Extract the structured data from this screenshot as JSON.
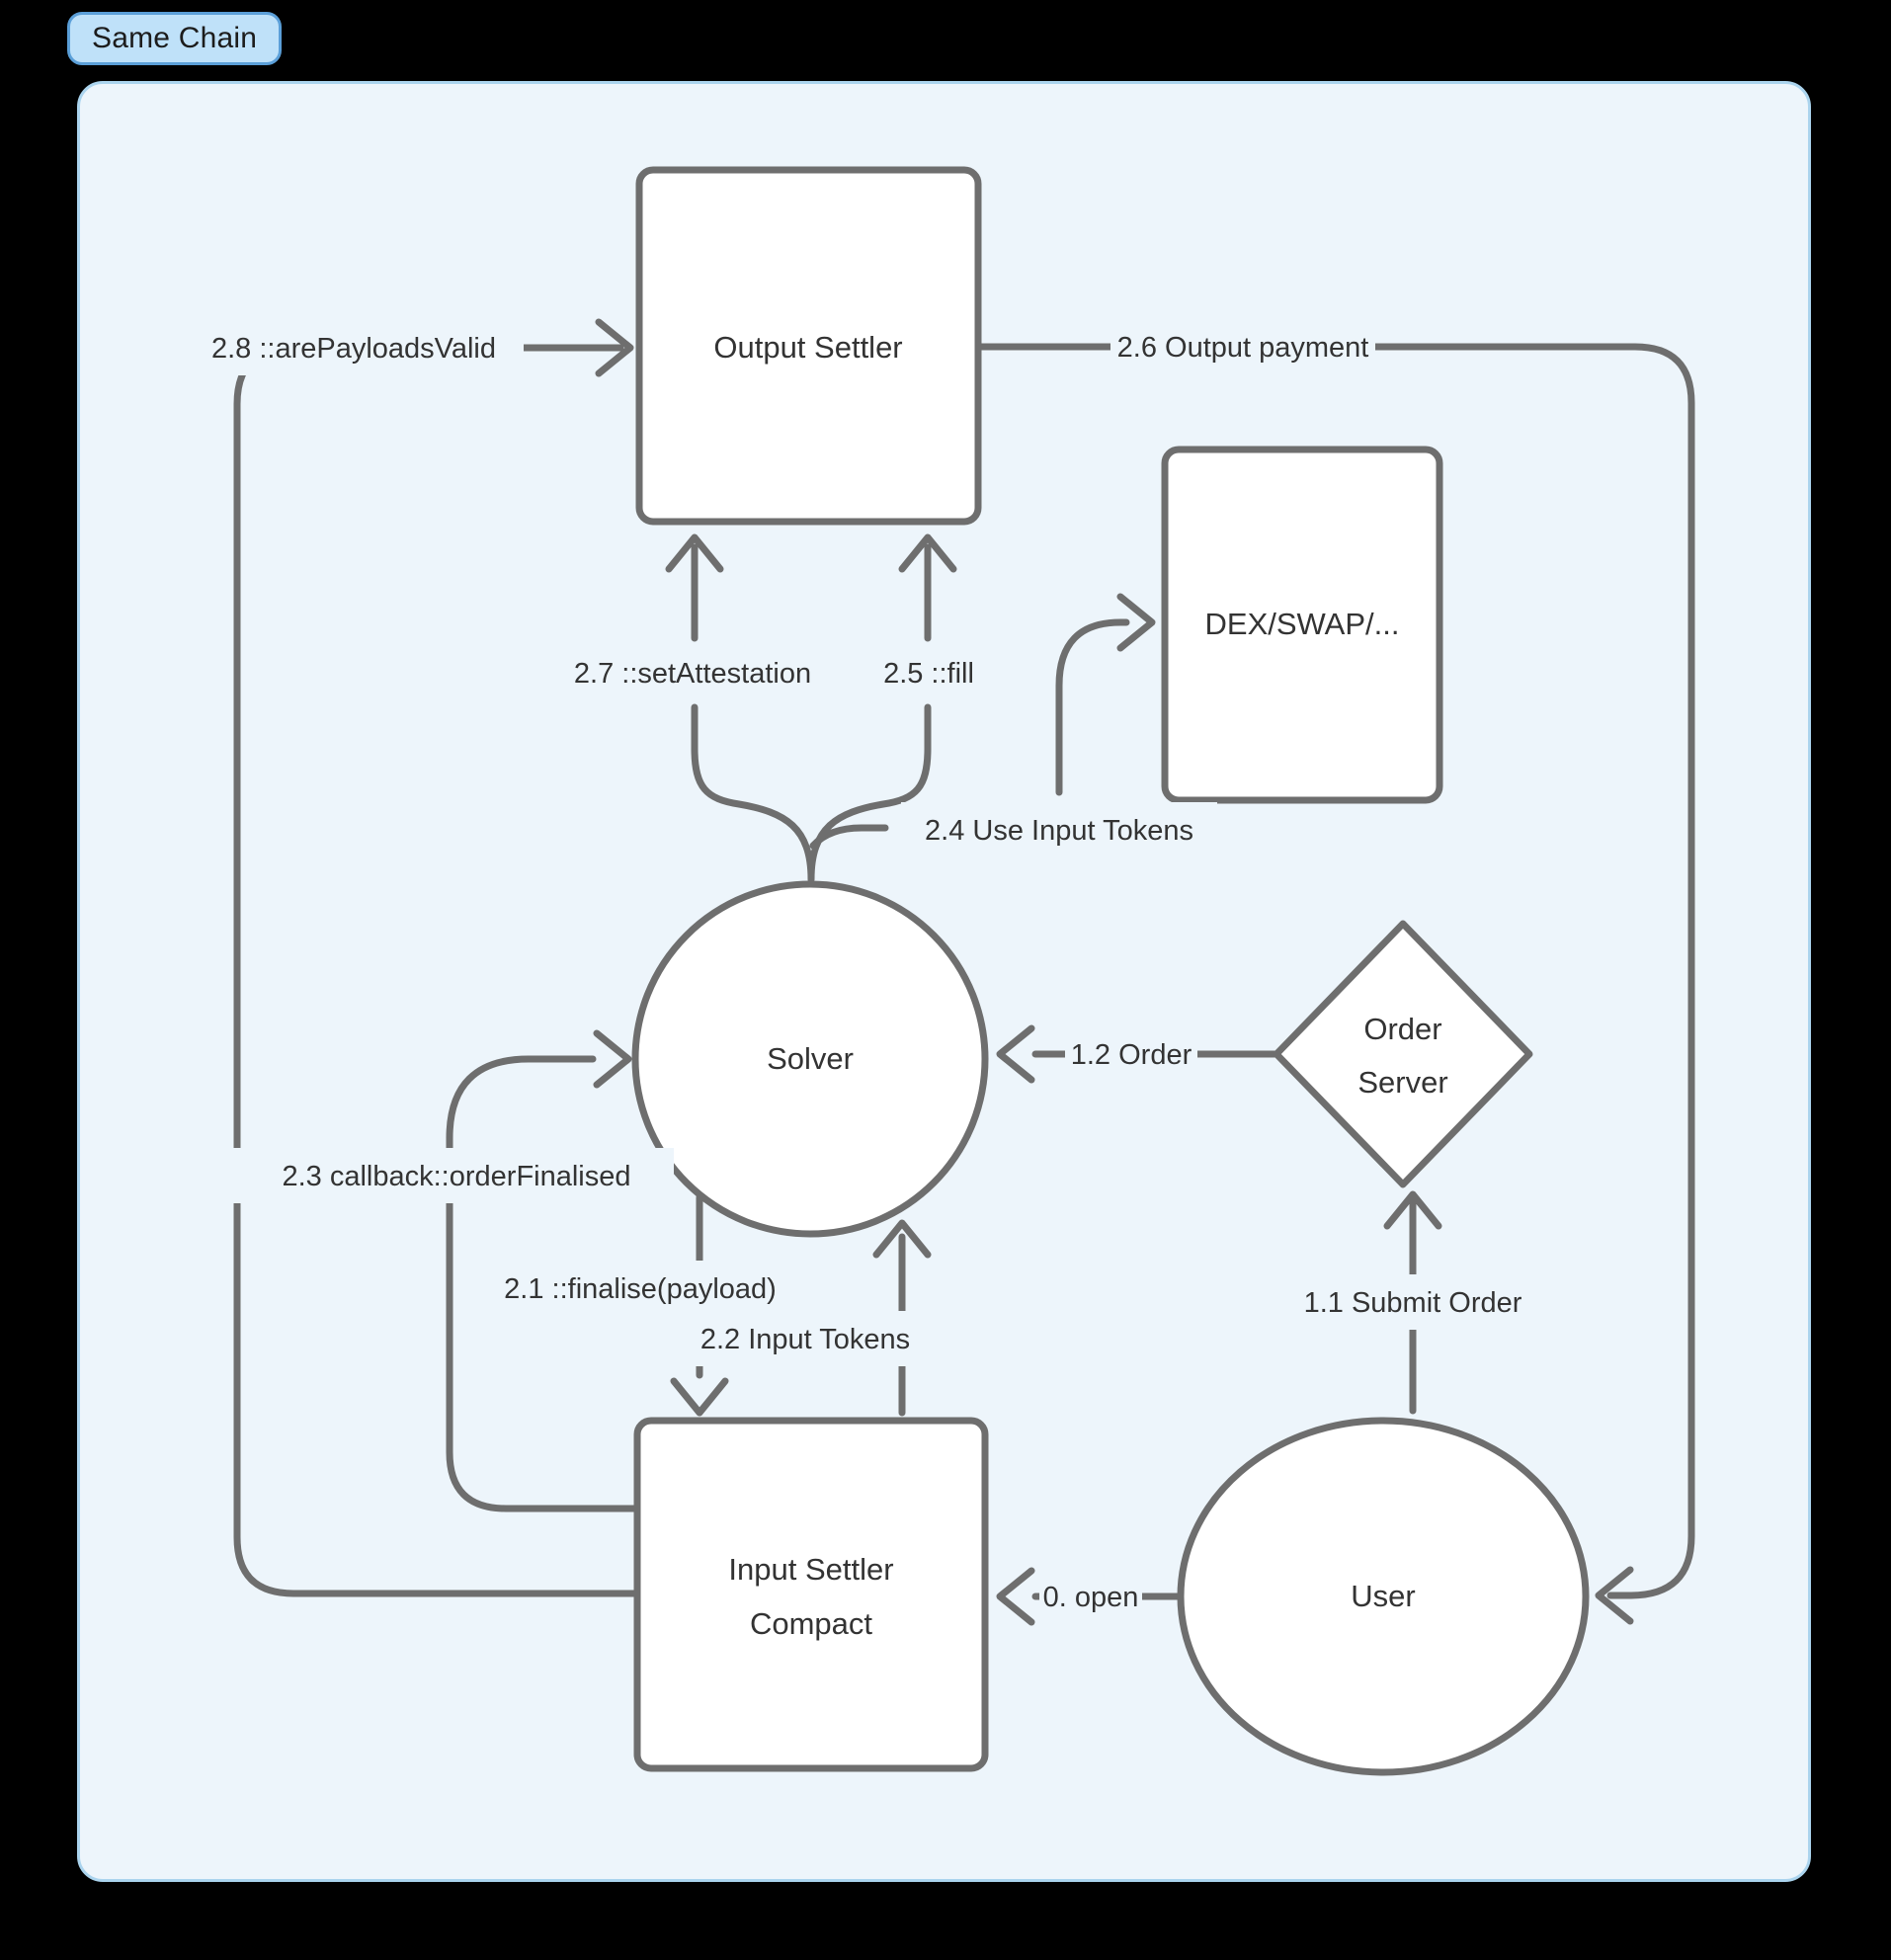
{
  "badge": {
    "label": "Same Chain"
  },
  "colors": {
    "canvas_bg": "#000000",
    "panel_bg": "#edf5fb",
    "panel_border": "#abd4ee",
    "badge_bg": "#bfe1f9",
    "badge_border": "#5b9fd8",
    "edge_stroke": "#6e6e6e",
    "node_fill": "#ffffff",
    "node_text": "#333333",
    "label_text": "#333333"
  },
  "nodes": {
    "output_settler": {
      "label": "Output Settler",
      "shape": "rounded-rect"
    },
    "dex": {
      "label": "DEX/SWAP/...",
      "shape": "rounded-rect"
    },
    "solver": {
      "label": "Solver",
      "shape": "circle"
    },
    "order_server": {
      "label_line1": "Order",
      "label_line2": "Server",
      "shape": "diamond"
    },
    "input_settler": {
      "label_line1": "Input Settler",
      "label_line2": "Compact",
      "shape": "rounded-rect"
    },
    "user": {
      "label": "User",
      "shape": "circle"
    }
  },
  "edges": {
    "open": {
      "label": "0. open",
      "from": "user",
      "to": "input_settler"
    },
    "submit_order": {
      "label": "1.1 Submit Order",
      "from": "user",
      "to": "order_server"
    },
    "order": {
      "label": "1.2 Order",
      "from": "order_server",
      "to": "solver"
    },
    "finalise": {
      "label": "2.1 ::finalise(payload)",
      "from": "solver",
      "to": "input_settler"
    },
    "input_tokens": {
      "label": "2.2 Input Tokens",
      "from": "input_settler",
      "to": "solver"
    },
    "callback_order_finalised": {
      "label": "2.3 callback::orderFinalised",
      "from": "input_settler",
      "to": "solver"
    },
    "use_input_tokens": {
      "label": "2.4 Use Input Tokens",
      "from": "solver",
      "to": "dex"
    },
    "fill": {
      "label": "2.5 ::fill",
      "from": "solver",
      "to": "output_settler"
    },
    "output_payment": {
      "label": "2.6 Output payment",
      "from": "output_settler",
      "to": "user"
    },
    "set_attestation": {
      "label": "2.7 ::setAttestation",
      "from": "solver",
      "to": "output_settler"
    },
    "are_payloads_valid": {
      "label": "2.8 ::arePayloadsValid",
      "from": "input_settler",
      "to": "output_settler"
    }
  }
}
